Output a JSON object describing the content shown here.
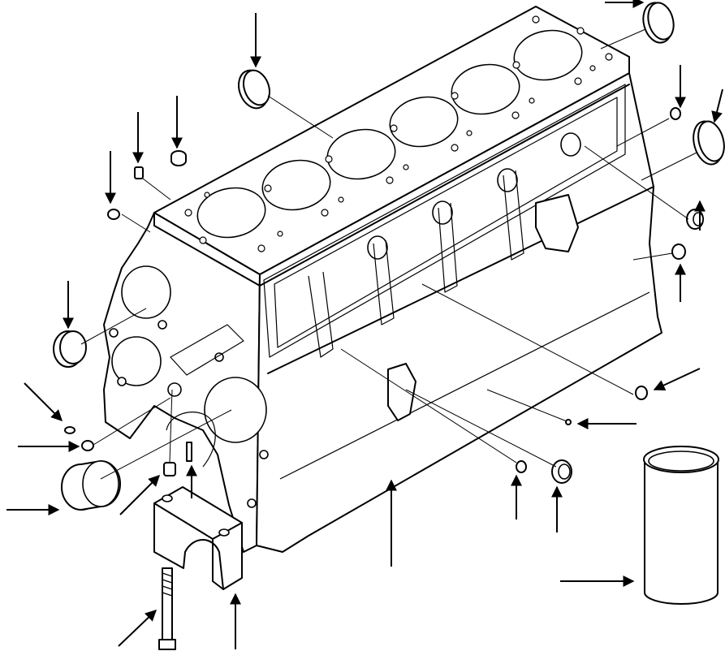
{
  "diagram": {
    "kind": "exploded-parts-illustration",
    "colors": {
      "line": "#000000",
      "background": "#ffffff"
    },
    "callout_arrow_count": 22,
    "cylinder_count": 6,
    "labels": []
  }
}
